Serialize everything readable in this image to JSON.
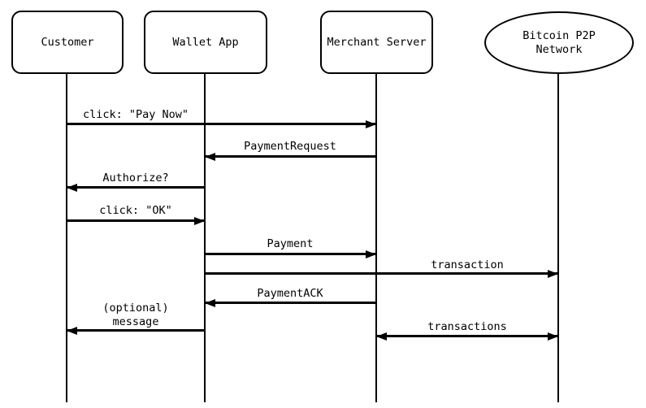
{
  "diagram": {
    "actors": [
      {
        "id": "customer",
        "label": "Customer",
        "shape": "rounded-rect"
      },
      {
        "id": "wallet-app",
        "label": "Wallet App",
        "shape": "rounded-rect"
      },
      {
        "id": "merchant-server",
        "label": "Merchant Server",
        "shape": "rounded-rect"
      },
      {
        "id": "bitcoin-p2p-network",
        "label": "Bitcoin P2P\nNetwork",
        "shape": "ellipse"
      }
    ],
    "messages": [
      {
        "label": "click: \"Pay Now\"",
        "from": "customer",
        "to": "merchant-server",
        "direction": "right"
      },
      {
        "label": "PaymentRequest",
        "from": "merchant-server",
        "to": "wallet-app",
        "direction": "left"
      },
      {
        "label": "Authorize?",
        "from": "wallet-app",
        "to": "customer",
        "direction": "left"
      },
      {
        "label": "click: \"OK\"",
        "from": "customer",
        "to": "wallet-app",
        "direction": "right"
      },
      {
        "label": "Payment",
        "from": "wallet-app",
        "to": "merchant-server",
        "direction": "right"
      },
      {
        "label": "transaction",
        "from": "wallet-app",
        "to": "bitcoin-p2p-network",
        "direction": "right"
      },
      {
        "label": "PaymentACK",
        "from": "merchant-server",
        "to": "wallet-app",
        "direction": "left"
      },
      {
        "label": "(optional)\nmessage",
        "from": "wallet-app",
        "to": "customer",
        "direction": "left"
      },
      {
        "label": "transactions",
        "from": "merchant-server",
        "to": "bitcoin-p2p-network",
        "direction": "both"
      }
    ],
    "colors": {
      "stroke": "#000000",
      "background": "#ffffff",
      "shape_fill": "#ffffff"
    }
  }
}
